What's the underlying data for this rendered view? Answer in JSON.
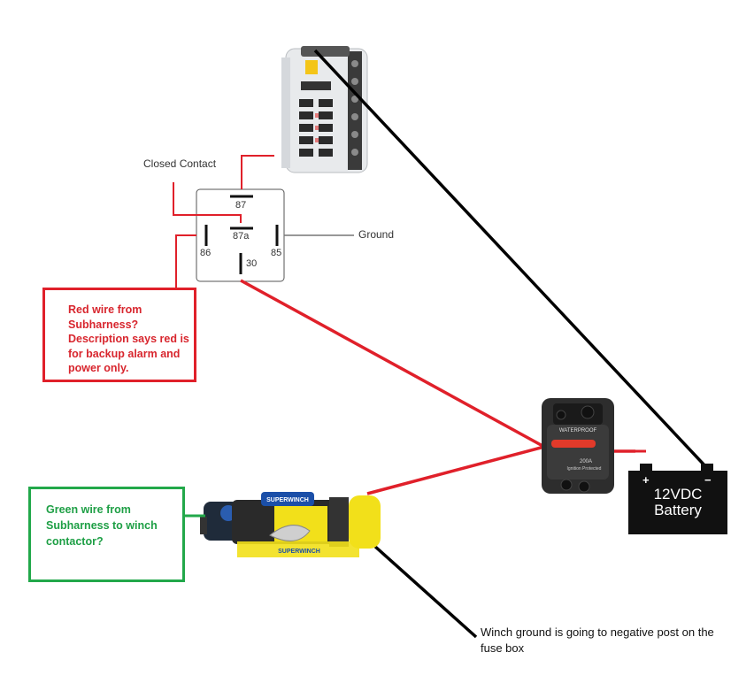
{
  "relay": {
    "closed_contact_label": "Closed Contact",
    "ground_label": "Ground",
    "pins": {
      "p87": "87",
      "p87a": "87a",
      "p86": "86",
      "p85": "85",
      "p30": "30"
    }
  },
  "breaker": {
    "top_text": "WATERPROOF",
    "rating": "200A",
    "sub_text": "Ignition Protected"
  },
  "winch": {
    "brand_logo": "SUPERWINCH",
    "brand_base": "SUPERWINCH"
  },
  "battery": {
    "label_line1": "12VDC",
    "label_line2": "Battery",
    "pos_sign": "+",
    "neg_sign": "−"
  },
  "notes": {
    "red_note": [
      "Red wire from",
      "Subharness?",
      "Description says red is",
      "for backup alarm and",
      "power only."
    ],
    "green_note": [
      "Green wire from",
      "Subharness to winch",
      "contactor?"
    ],
    "ground_note": [
      "Winch ground is going to negative post on the",
      "fuse box"
    ]
  },
  "colors": {
    "red_wire": "#e0202a",
    "green_wire": "#22a84a",
    "black_wire": "#000000",
    "winch_yellow": "#f2e01a"
  }
}
